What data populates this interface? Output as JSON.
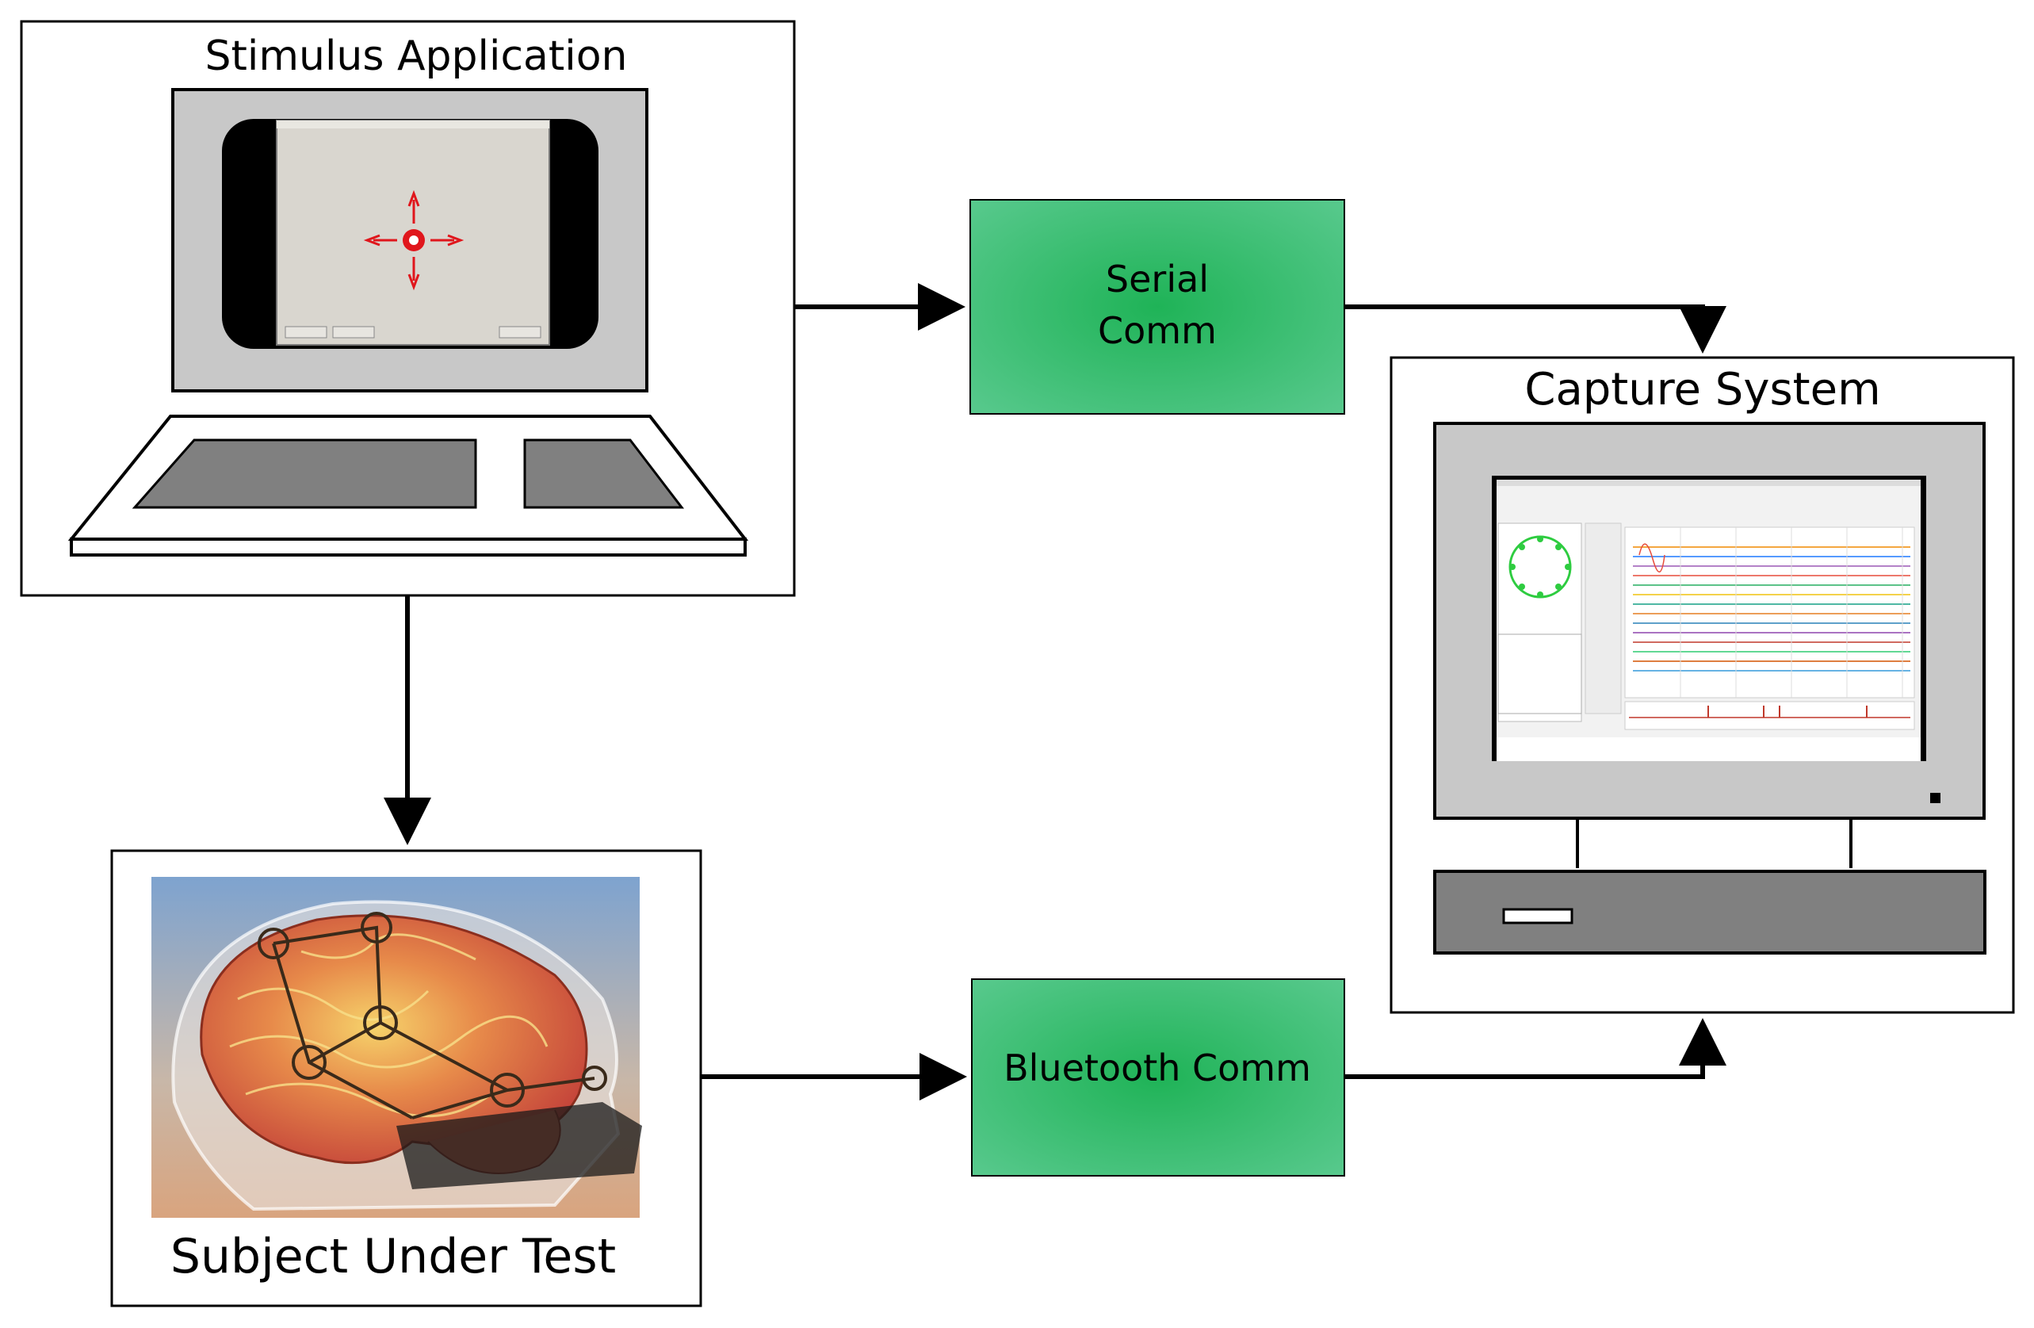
{
  "stimulus": {
    "title": "Stimulus Application"
  },
  "serial": {
    "line1": "Serial",
    "line2": "Comm"
  },
  "bluetooth": {
    "label": "Bluetooth Comm"
  },
  "capture": {
    "title": "Capture System"
  },
  "subject": {
    "title": "Subject Under Test"
  },
  "colors": {
    "green_box": "#4dc683",
    "green_center": "#22b85a",
    "laptop_gray": "#c8c8c8",
    "dark_gray": "#808080",
    "target_red": "#e0161c"
  }
}
